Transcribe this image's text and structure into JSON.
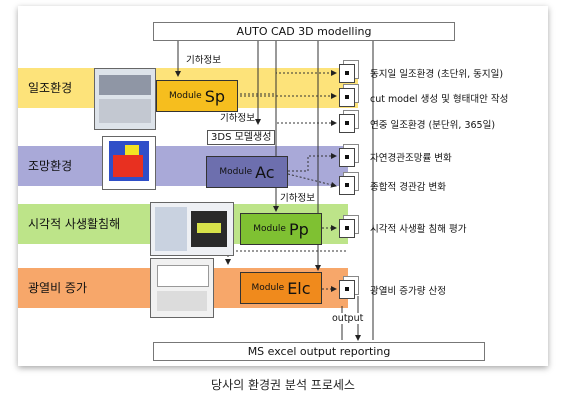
{
  "header": {
    "title": "AUTO CAD  3D modelling"
  },
  "footer": {
    "title": "MS excel output reporting"
  },
  "rows": [
    {
      "label": "일조환경",
      "color": "#fde37a"
    },
    {
      "label": "조망환경",
      "color": "#a9a9d8"
    },
    {
      "label": "시각적 사생활침해",
      "color": "#bde489"
    },
    {
      "label": "광열비 증가",
      "color": "#f7a76a"
    }
  ],
  "modules": [
    {
      "prefix": "Module",
      "code": "Sp",
      "color": "#f6be1e"
    },
    {
      "prefix": "Module",
      "code": "Ac",
      "color": "#6d6fae"
    },
    {
      "prefix": "Module",
      "code": "Pp",
      "color": "#7fc132"
    },
    {
      "prefix": "Module",
      "code": "Elc",
      "color": "#f08a1c"
    }
  ],
  "labels": {
    "geo_info": "기하정보",
    "model_3ds": "3DS 모델생성",
    "output": "output"
  },
  "outputs": [
    "동지일 일조환경 (초단위, 동지일)",
    "cut model 생성 및 형태대안 작성",
    "연중 일조환경 (분단위, 365일)",
    "자연경관조망률 변화",
    "종합적 경관감 변화",
    "시각적 사생활 침해 평가",
    "광열비 증가량 산정"
  ],
  "caption": "당사의 환경권 분석 프로세스"
}
